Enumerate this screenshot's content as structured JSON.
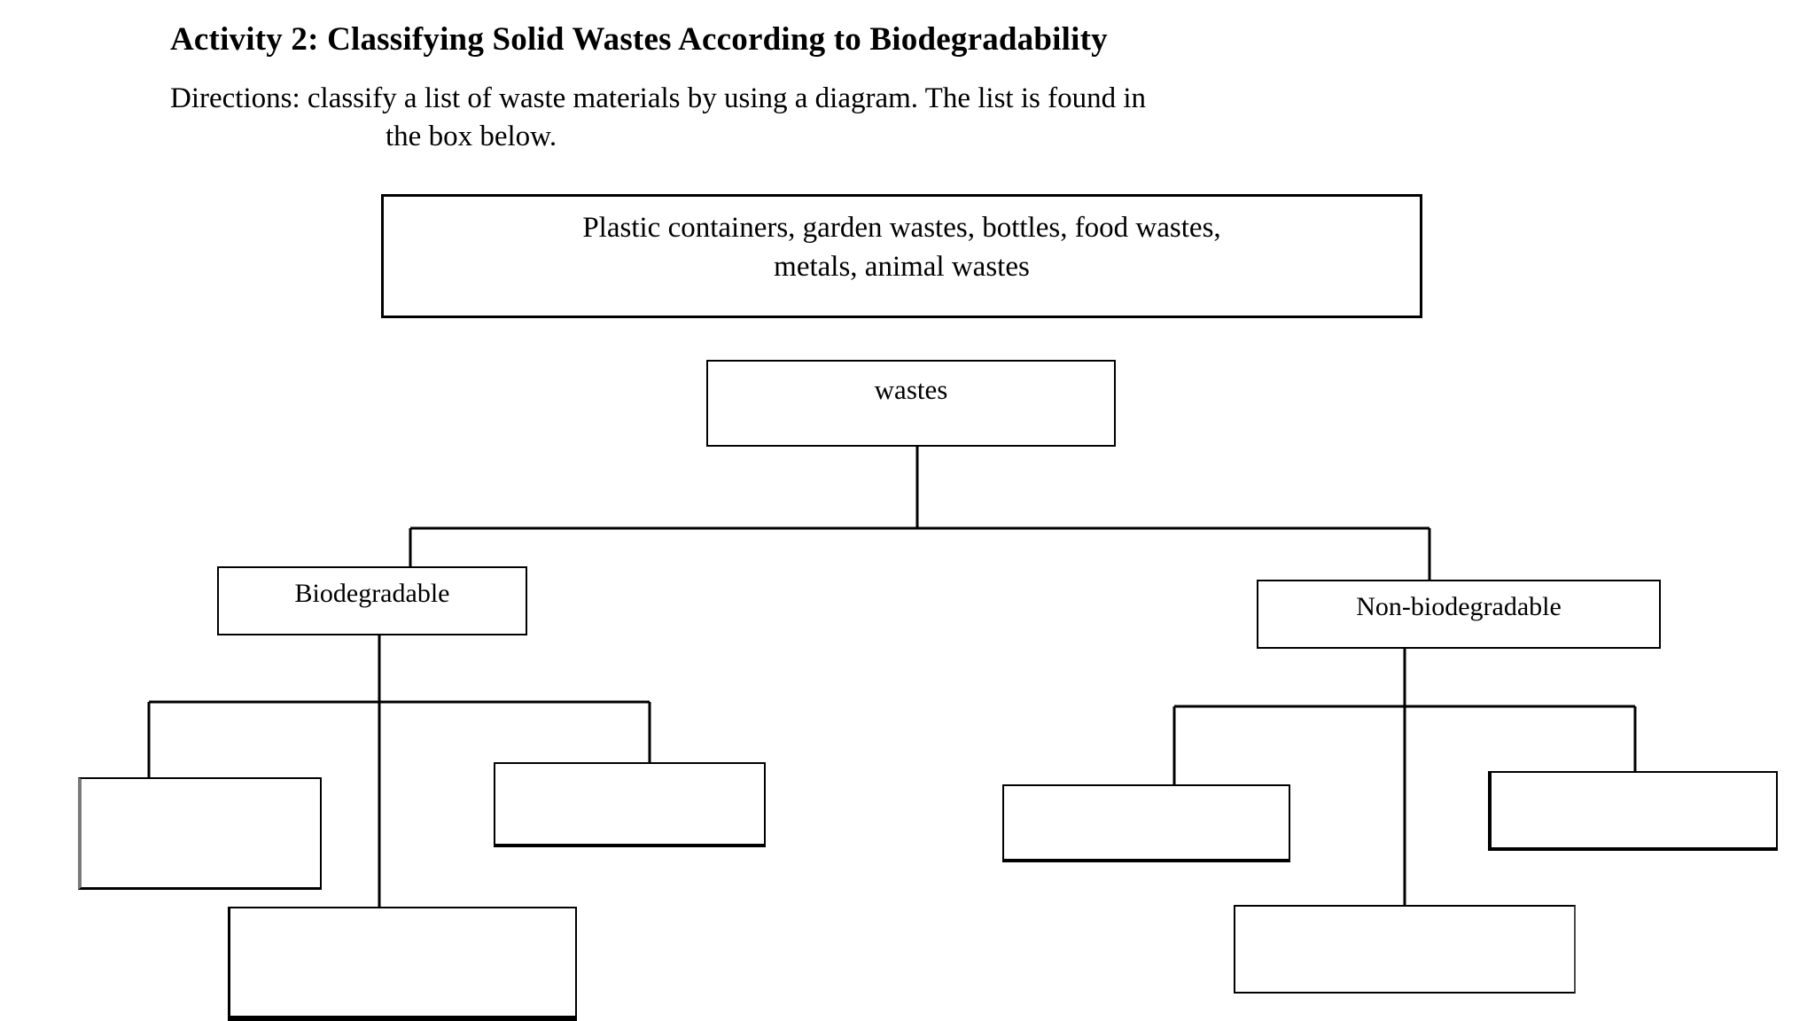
{
  "header": {
    "title": "Activity 2: Classifying Solid Wastes According to Biodegradability",
    "directions_line1": "Directions: classify a list of waste materials by using a diagram. The list is found in",
    "directions_line2": "the box below."
  },
  "word_bank": {
    "line1": "Plastic containers, garden wastes, bottles, food wastes,",
    "line2": "metals, animal wastes"
  },
  "diagram": {
    "root": {
      "label": "wastes"
    },
    "branches": [
      {
        "label": "Biodegradable"
      },
      {
        "label": "Non-biodegradable"
      }
    ],
    "blank_boxes": [
      {
        "label": ""
      },
      {
        "label": ""
      },
      {
        "label": ""
      },
      {
        "label": ""
      },
      {
        "label": ""
      },
      {
        "label": ""
      }
    ]
  },
  "colors": {
    "ink": "#000000",
    "page": "#ffffff",
    "line": "#000000"
  }
}
